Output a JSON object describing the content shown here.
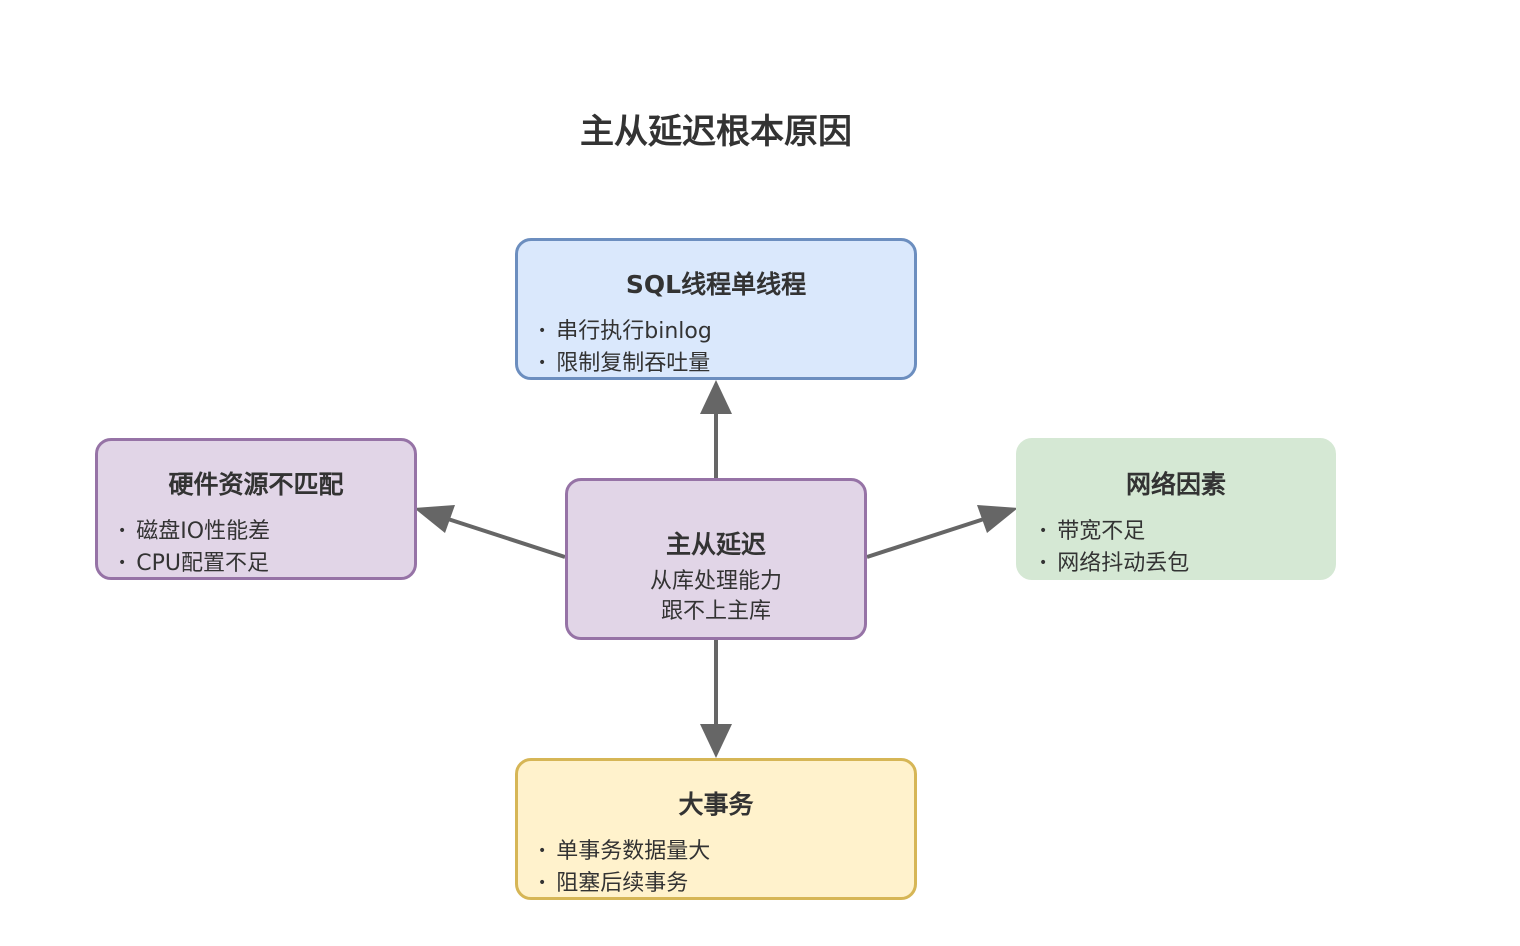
{
  "title": "主从延迟根本原因",
  "colors": {
    "edge": "#666666",
    "text": "#333333"
  },
  "center": {
    "heading": "主从延迟",
    "lines": [
      "从库处理能力",
      "跟不上主库"
    ],
    "fill": "#e1d5e7",
    "stroke": "#9673a6"
  },
  "causes": [
    {
      "id": "sql",
      "heading": "SQL线程单线程",
      "bullets": [
        "串行执行binlog",
        "限制复制吞吐量"
      ],
      "fill": "#dae8fc",
      "stroke": "#6c8ebf"
    },
    {
      "id": "hardware",
      "heading": "硬件资源不匹配",
      "bullets": [
        "磁盘IO性能差",
        "CPU配置不足"
      ],
      "fill": "#e1d5e7",
      "stroke": "#9673a6"
    },
    {
      "id": "network",
      "heading": "网络因素",
      "bullets": [
        "带宽不足",
        "网络抖动丢包"
      ],
      "fill": "#d5e8d4",
      "stroke": "#d5e8d4"
    },
    {
      "id": "big-transaction",
      "heading": "大事务",
      "bullets": [
        "单事务数据量大",
        "阻塞后续事务"
      ],
      "fill": "#fff2cc",
      "stroke": "#d6b656"
    }
  ],
  "edges": [
    {
      "from": "center",
      "to": "sql"
    },
    {
      "from": "center",
      "to": "hardware"
    },
    {
      "from": "center",
      "to": "network"
    },
    {
      "from": "center",
      "to": "big-transaction"
    }
  ]
}
